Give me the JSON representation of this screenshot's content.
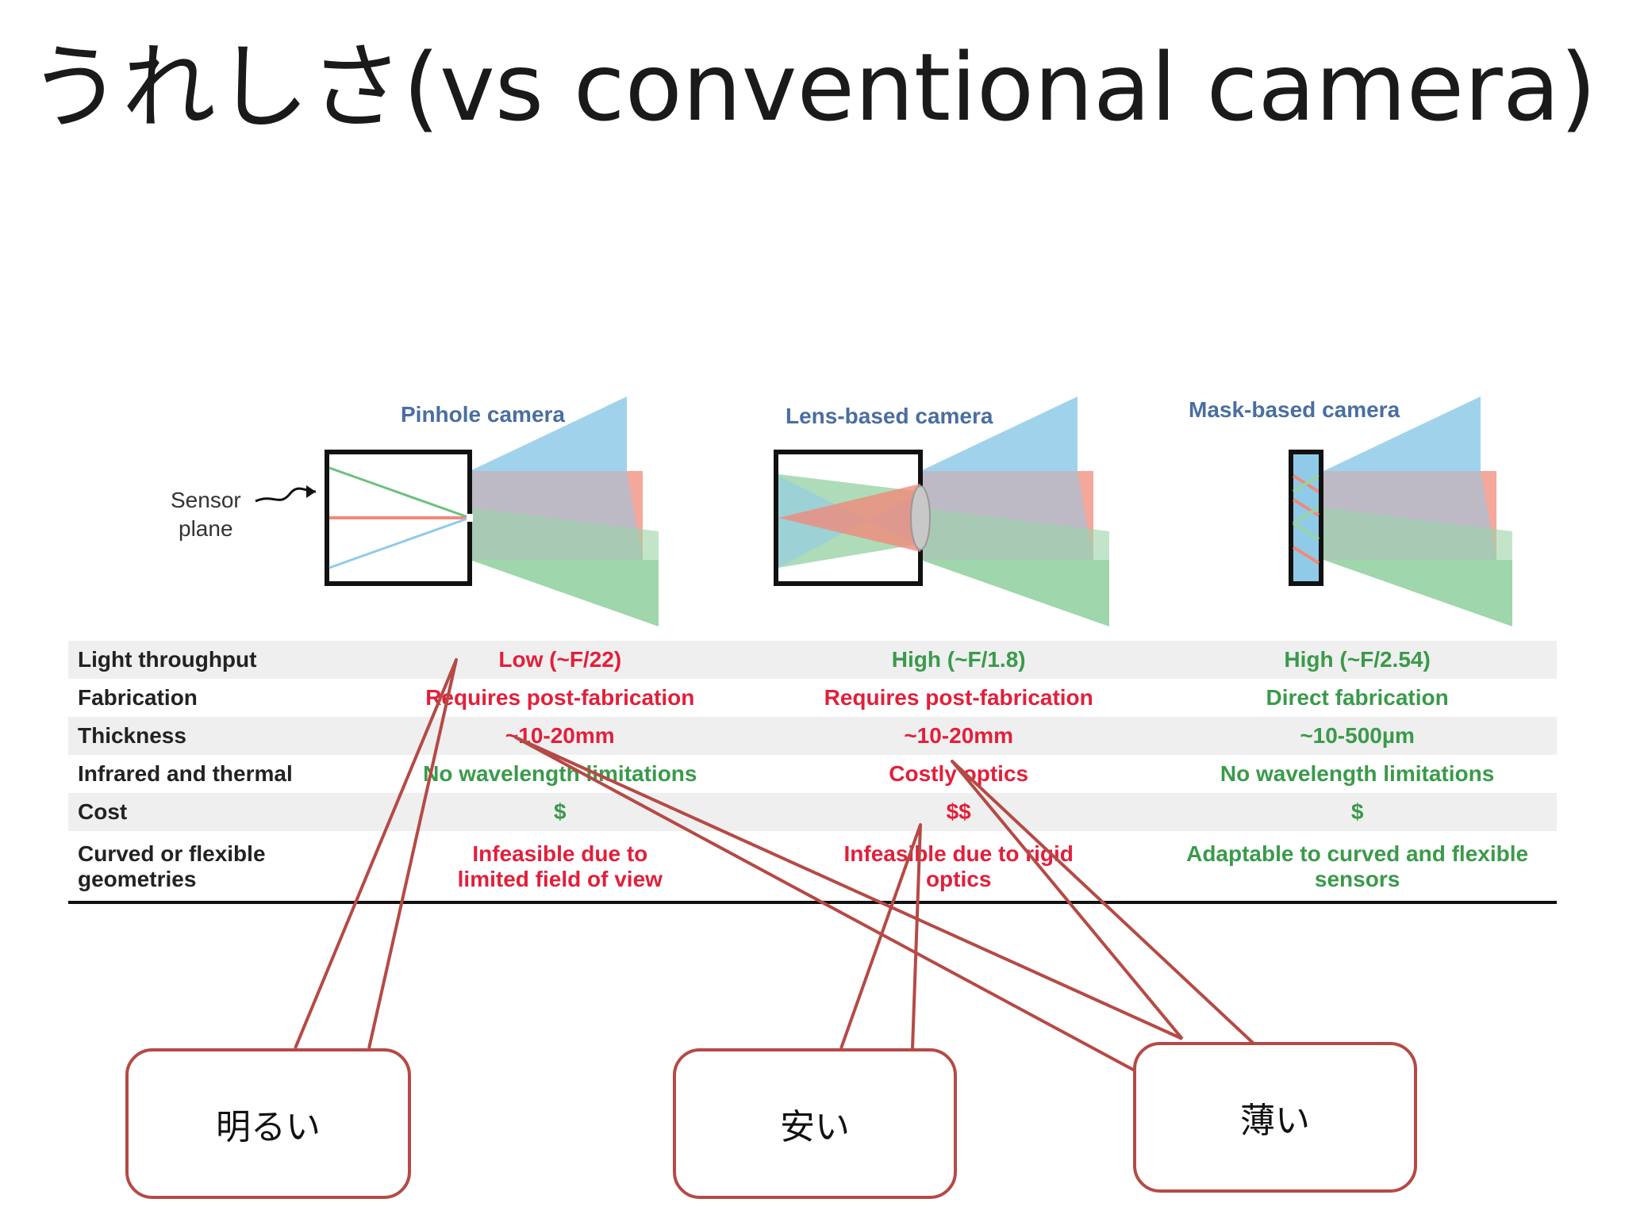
{
  "slide": {
    "title": "うれしさ(vs conventional camera)"
  },
  "figure": {
    "cameras": [
      {
        "label": "Pinhole camera"
      },
      {
        "label": "Lens-based camera"
      },
      {
        "label": "Mask-based camera"
      }
    ],
    "sensor_label_line1": "Sensor",
    "sensor_label_line2": "plane"
  },
  "table": {
    "rows": [
      {
        "header": "Light throughput",
        "pinhole": "Low (~F/22)",
        "lens": "High (~F/1.8)",
        "mask": "High (~F/2.54)"
      },
      {
        "header": "Fabrication",
        "pinhole": "Requires post-fabrication",
        "lens": "Requires post-fabrication",
        "mask": "Direct fabrication"
      },
      {
        "header": "Thickness",
        "pinhole": "~10-20mm",
        "lens": "~10-20mm",
        "mask": "~10-500µm"
      },
      {
        "header": "Infrared and thermal",
        "pinhole": "No wavelength limitations",
        "lens": "Costly optics",
        "mask": "No wavelength limitations"
      },
      {
        "header": "Cost",
        "pinhole": "$",
        "lens": "$$",
        "mask": "$"
      },
      {
        "header_line1": "Curved or flexible",
        "header_line2": "geometries",
        "pinhole_line1": "Infeasible due to",
        "pinhole_line2": "limited field of view",
        "lens_line1": "Infeasible due to rigid",
        "lens_line2": "optics",
        "mask_line1": "Adaptable to curved and flexible",
        "mask_line2": "sensors"
      }
    ]
  },
  "callouts": [
    {
      "label": "明るい"
    },
    {
      "label": "安い"
    },
    {
      "label": "薄い"
    }
  ],
  "colors": {
    "blue_ray": "#8fcbe8",
    "red_ray": "#f08a7a",
    "green_ray": "#9ad3a6",
    "bad_value": "#e21f3a",
    "good_value": "#3a9a4a",
    "callout_border": "#b54a45"
  }
}
